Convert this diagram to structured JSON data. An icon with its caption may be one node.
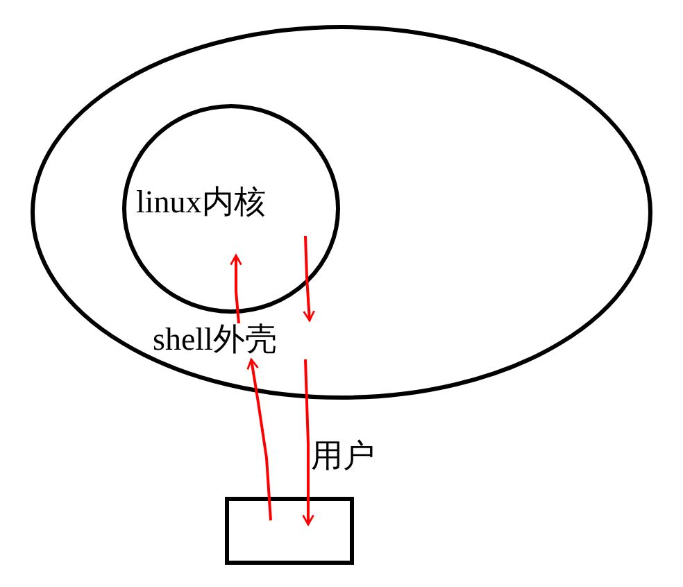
{
  "diagram": {
    "nodes": [
      {
        "text": [],
        "shape": "circle"
      },
      {
        "text": [
          "linux内核"
        ],
        "in": 0
      },
      {
        "text": [
          "shell外壳"
        ],
        "in": 0
      },
      {
        "text": [],
        "shape": "box",
        "beside": [
          "用户"
        ]
      }
    ],
    "edges": [
      {
        "from": 3,
        "to": 2,
        "arrow": "to",
        "color": "#ff0000"
      },
      {
        "from": 2,
        "to": 3,
        "arrow": "to",
        "color": "#ff0000"
      },
      {
        "from": 2,
        "to": 1,
        "arrow": "to",
        "color": "#ff0000"
      },
      {
        "from": 1,
        "to": 2,
        "arrow": "to",
        "color": "#ff0000"
      }
    ]
  }
}
